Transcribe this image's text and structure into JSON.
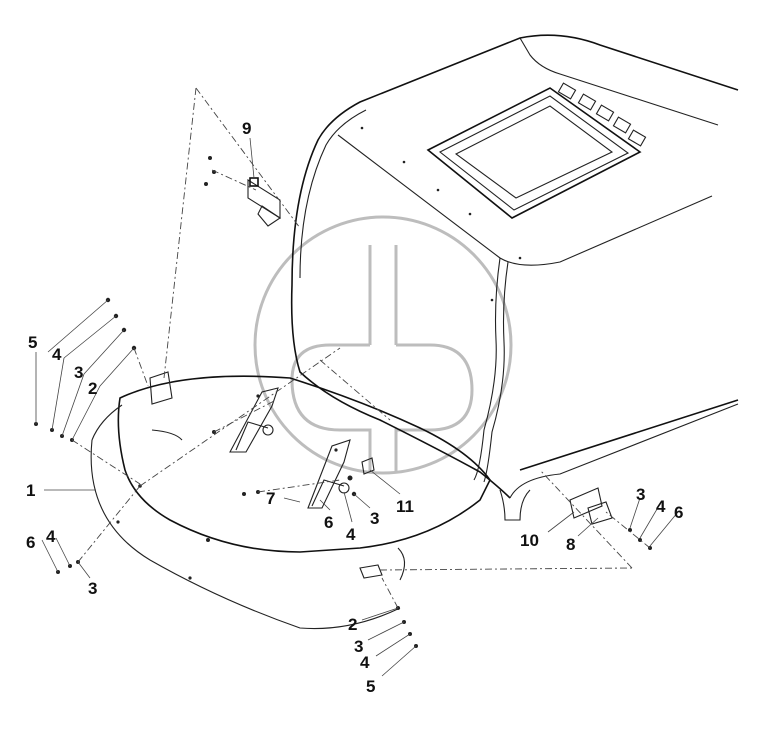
{
  "callouts": {
    "c9": "9",
    "c5a": "5",
    "c4a": "4",
    "c3a": "3",
    "c2a": "2",
    "c1": "1",
    "c6a": "6",
    "c4b": "4",
    "c3b": "3",
    "c7": "7",
    "c6b": "6",
    "c4c": "4",
    "c3c": "3",
    "c11": "11",
    "c10": "10",
    "c8": "8",
    "c3d": "3",
    "c4d": "4",
    "c6c": "6",
    "c2b": "2",
    "c3e": "3",
    "c4e": "4",
    "c5b": "5"
  },
  "icons": {
    "watermark": "logo-watermark"
  }
}
